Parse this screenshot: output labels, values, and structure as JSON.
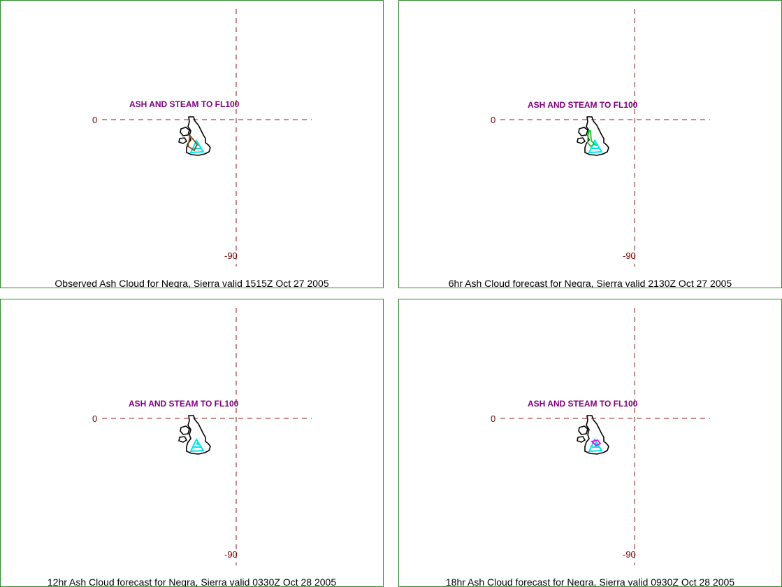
{
  "colors": {
    "border": "#2e8b2e",
    "gridline": "#8b1a1a",
    "axis_label": "#7a0000",
    "headline": "#800080",
    "caption": "#000000",
    "island_outline": "#000000",
    "ash_cyan": "#00e5ee",
    "ash_brown": "#8b4513",
    "ash_green": "#22c022",
    "ash_magenta": "#ee00ee"
  },
  "panels": [
    {
      "headline": "ASH AND STEAM TO FL100",
      "caption": "Observed Ash Cloud for Negra,  Sierra valid 1515Z Oct 27 2005",
      "lat_label": "0",
      "lon_label": "-90",
      "overlay": "brown"
    },
    {
      "headline": "ASH AND STEAM TO FL100",
      "caption": "6hr Ash Cloud forecast for Negra,  Sierra valid 2130Z Oct 27 2005",
      "lat_label": "0",
      "lon_label": "-90",
      "overlay": "green"
    },
    {
      "headline": "ASH AND STEAM TO FL100",
      "caption": "12hr Ash Cloud forecast for Negra,  Sierra valid 0330Z Oct 28 2005",
      "lat_label": "0",
      "lon_label": "-90",
      "overlay": "none"
    },
    {
      "headline": "ASH AND STEAM TO FL100",
      "caption": "18hr Ash Cloud forecast for Negra,  Sierra valid 0930Z Oct 28 2005",
      "lat_label": "0",
      "lon_label": "-90",
      "overlay": "magenta"
    }
  ]
}
